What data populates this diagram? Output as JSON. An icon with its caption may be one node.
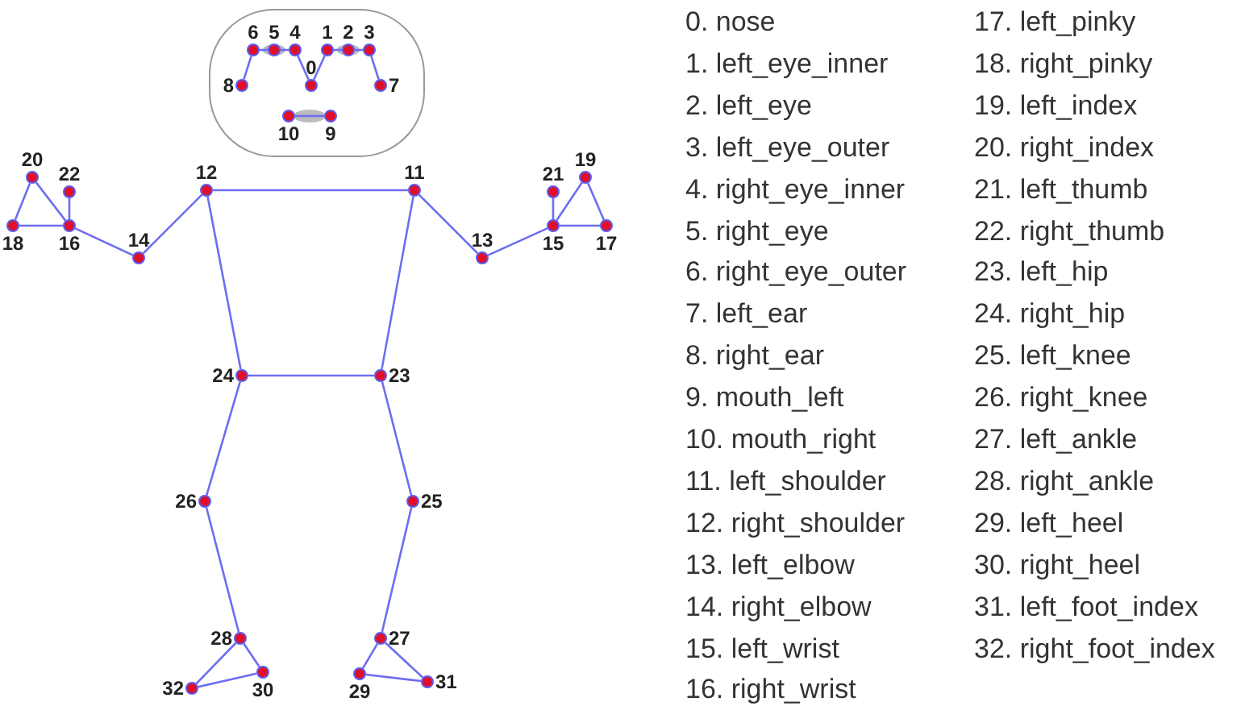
{
  "diagram": {
    "nodes": [
      {
        "text": [
          "0"
        ]
      },
      {
        "text": [
          "1"
        ]
      },
      {
        "text": [
          "2"
        ]
      },
      {
        "text": [
          "3"
        ]
      },
      {
        "text": [
          "4"
        ]
      },
      {
        "text": [
          "5"
        ]
      },
      {
        "text": [
          "6"
        ]
      },
      {
        "text": [
          "7"
        ]
      },
      {
        "text": [
          "8"
        ]
      },
      {
        "text": [
          "9"
        ]
      },
      {
        "text": [
          "10"
        ]
      },
      {
        "text": [
          "11"
        ]
      },
      {
        "text": [
          "12"
        ]
      },
      {
        "text": [
          "13"
        ]
      },
      {
        "text": [
          "14"
        ]
      },
      {
        "text": [
          "15"
        ]
      },
      {
        "text": [
          "16"
        ]
      },
      {
        "text": [
          "17"
        ]
      },
      {
        "text": [
          "18"
        ]
      },
      {
        "text": [
          "19"
        ]
      },
      {
        "text": [
          "20"
        ]
      },
      {
        "text": [
          "21"
        ]
      },
      {
        "text": [
          "22"
        ]
      },
      {
        "text": [
          "23"
        ]
      },
      {
        "text": [
          "24"
        ]
      },
      {
        "text": [
          "25"
        ]
      },
      {
        "text": [
          "26"
        ]
      },
      {
        "text": [
          "27"
        ]
      },
      {
        "text": [
          "28"
        ]
      },
      {
        "text": [
          "29"
        ]
      },
      {
        "text": [
          "30"
        ]
      },
      {
        "text": [
          "31"
        ]
      },
      {
        "text": [
          "32"
        ]
      }
    ],
    "edges": [
      {
        "from": 0,
        "to": 1,
        "arrow": "none"
      },
      {
        "from": 1,
        "to": 2,
        "arrow": "none"
      },
      {
        "from": 2,
        "to": 3,
        "arrow": "none"
      },
      {
        "from": 3,
        "to": 7,
        "arrow": "none"
      },
      {
        "from": 0,
        "to": 4,
        "arrow": "none"
      },
      {
        "from": 4,
        "to": 5,
        "arrow": "none"
      },
      {
        "from": 5,
        "to": 6,
        "arrow": "none"
      },
      {
        "from": 6,
        "to": 8,
        "arrow": "none"
      },
      {
        "from": 9,
        "to": 10,
        "arrow": "none"
      },
      {
        "from": 11,
        "to": 12,
        "arrow": "none"
      },
      {
        "from": 11,
        "to": 13,
        "arrow": "none"
      },
      {
        "from": 13,
        "to": 15,
        "arrow": "none"
      },
      {
        "from": 15,
        "to": 17,
        "arrow": "none"
      },
      {
        "from": 15,
        "to": 19,
        "arrow": "none"
      },
      {
        "from": 15,
        "to": 21,
        "arrow": "none"
      },
      {
        "from": 17,
        "to": 19,
        "arrow": "none"
      },
      {
        "from": 12,
        "to": 14,
        "arrow": "none"
      },
      {
        "from": 14,
        "to": 16,
        "arrow": "none"
      },
      {
        "from": 16,
        "to": 18,
        "arrow": "none"
      },
      {
        "from": 16,
        "to": 20,
        "arrow": "none"
      },
      {
        "from": 16,
        "to": 22,
        "arrow": "none"
      },
      {
        "from": 18,
        "to": 20,
        "arrow": "none"
      },
      {
        "from": 11,
        "to": 23,
        "arrow": "none"
      },
      {
        "from": 12,
        "to": 24,
        "arrow": "none"
      },
      {
        "from": 23,
        "to": 24,
        "arrow": "none"
      },
      {
        "from": 23,
        "to": 25,
        "arrow": "none"
      },
      {
        "from": 24,
        "to": 26,
        "arrow": "none"
      },
      {
        "from": 25,
        "to": 27,
        "arrow": "none"
      },
      {
        "from": 26,
        "to": 28,
        "arrow": "none"
      },
      {
        "from": 27,
        "to": 29,
        "arrow": "none"
      },
      {
        "from": 28,
        "to": 30,
        "arrow": "none"
      },
      {
        "from": 29,
        "to": 31,
        "arrow": "none"
      },
      {
        "from": 30,
        "to": 32,
        "arrow": "none"
      },
      {
        "from": 27,
        "to": 31,
        "arrow": "none"
      },
      {
        "from": 28,
        "to": 32,
        "arrow": "none"
      }
    ],
    "labels": [
      "0. nose",
      "1. left_eye_inner",
      "2. left_eye",
      "3. left_eye_outer",
      "4. right_eye_inner",
      "5. right_eye",
      "6. right_eye_outer",
      "7. left_ear",
      "8. right_ear",
      "9. mouth_left",
      "10. mouth_right",
      "11. left_shoulder",
      "12. right_shoulder",
      "13. left_elbow",
      "14. right_elbow",
      "15. left_wrist",
      "16. right_wrist",
      "17. left_pinky",
      "18. right_pinky",
      "19. left_index",
      "20. right_index",
      "21. left_thumb",
      "22. right_thumb",
      "23. left_hip",
      "24. right_hip",
      "25. left_knee",
      "26. right_knee",
      "27. left_ankle",
      "28. right_ankle",
      "29. left_heel",
      "30. right_heel",
      "31. left_foot_index",
      "32. right_foot_index"
    ]
  }
}
